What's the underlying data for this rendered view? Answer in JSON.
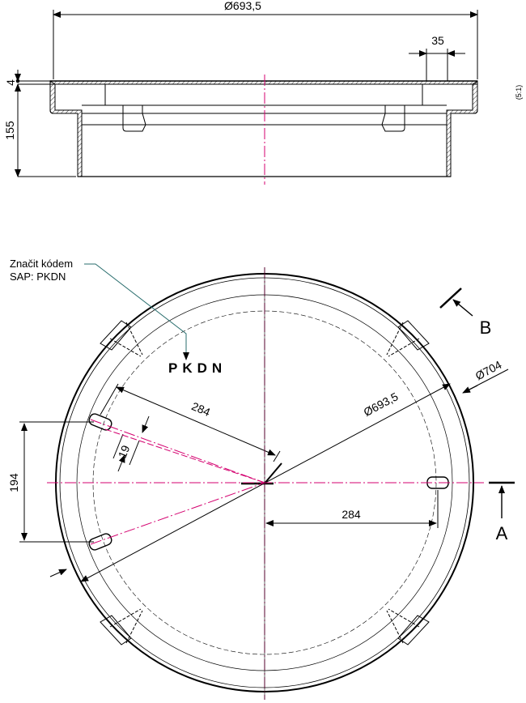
{
  "drawing": {
    "side_view": {
      "overall_diameter": "Ø693,5",
      "flange_width": "35",
      "rim_thickness": "4",
      "height": "155",
      "edge_mark": "(5:1)"
    },
    "top_view": {
      "note_line1": "Značit kódem",
      "note_line2": "SAP:  PKDN",
      "code_mark": "PKDN",
      "outer_diameter": "Ø704",
      "inner_diameter": "Ø693,5",
      "radial_dim_top": "284",
      "radial_dim_right": "284",
      "slot_width": "19",
      "slot_spacing": "194",
      "section_a": "A",
      "section_b": "B"
    }
  },
  "colors": {
    "line": "#000000",
    "centerline": "#d4006f",
    "leader": "#2a6e6e"
  }
}
